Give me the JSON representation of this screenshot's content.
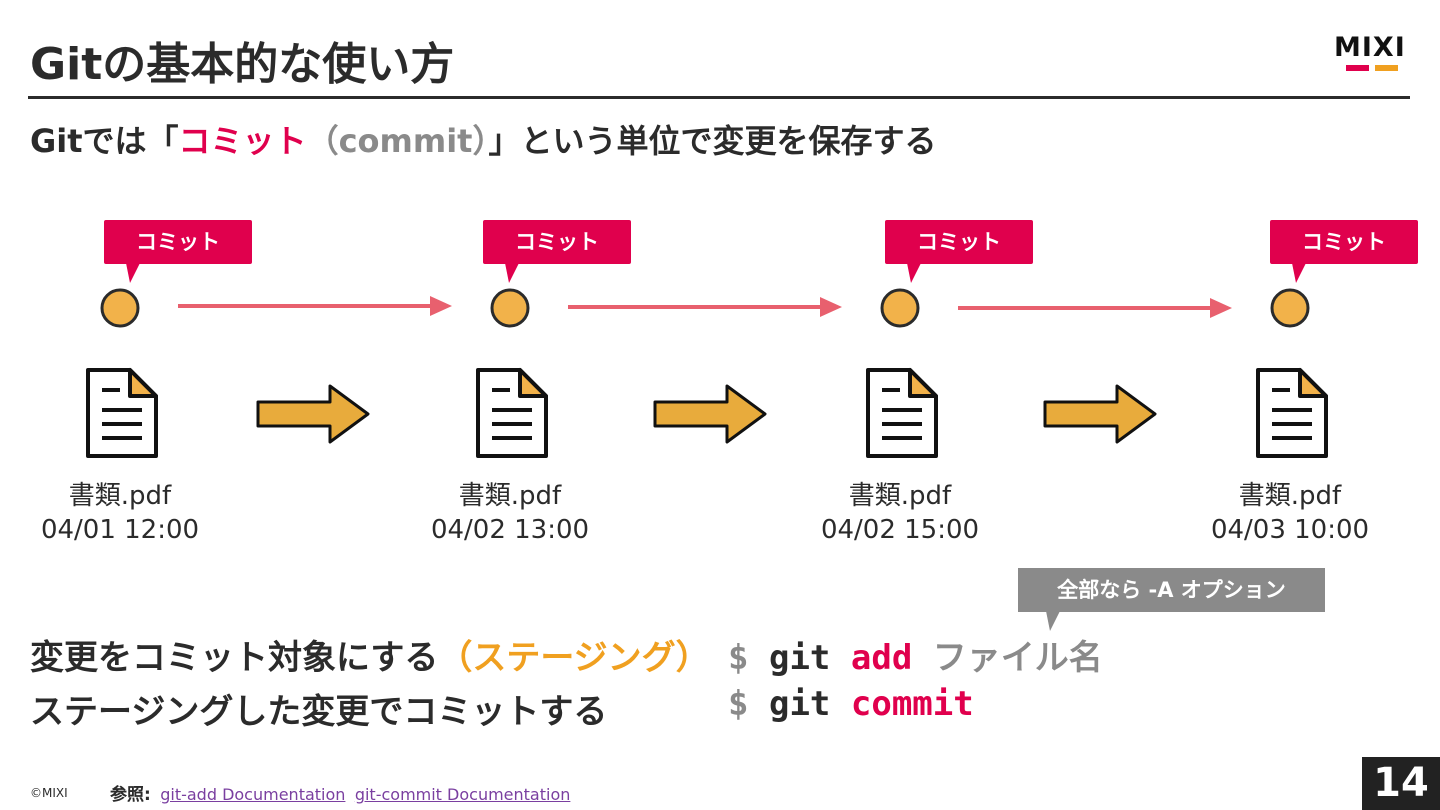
{
  "header": {
    "title": "Gitの基本的な使い方",
    "logo_text": "MIXI",
    "logo_colors": [
      "#e0004d",
      "#f0a020"
    ]
  },
  "subtitle": {
    "prefix": "Gitでは「",
    "highlight": "コミット",
    "paren": "（commit）",
    "suffix": "」という単位で変更を保存する"
  },
  "colors": {
    "accent": "#e0004d",
    "orange": "#f0a020",
    "circle_fill": "#f2b24a",
    "timeline_arrow": "#e8606e",
    "file_arrow": "#e8ab3c",
    "gray": "#8a8a8a"
  },
  "commits": [
    {
      "bubble": "コミット",
      "file_name": "書類.pdf",
      "timestamp": "04/01 12:00",
      "icon": "document-icon"
    },
    {
      "bubble": "コミット",
      "file_name": "書類.pdf",
      "timestamp": "04/02 13:00",
      "icon": "document-icon"
    },
    {
      "bubble": "コミット",
      "file_name": "書類.pdf",
      "timestamp": "04/02 15:00",
      "icon": "document-icon"
    },
    {
      "bubble": "コミット",
      "file_name": "書類.pdf",
      "timestamp": "04/03 10:00",
      "icon": "document-icon"
    }
  ],
  "hint": "全部なら -A オプション",
  "commands": [
    {
      "label_main": "変更をコミット対象にする",
      "label_accent": "（ステージング）",
      "dollar": "$",
      "git": "git",
      "sub": "add",
      "arg": "ファイル名"
    },
    {
      "label_main": "ステージングした変更でコミットする",
      "label_accent": "",
      "dollar": "$",
      "git": "git",
      "sub": "commit",
      "arg": ""
    }
  ],
  "footer": {
    "copyright": "©MIXI",
    "ref_label": "参照:",
    "links": [
      "git-add Documentation",
      "git-commit Documentation"
    ],
    "page_number": "14"
  }
}
